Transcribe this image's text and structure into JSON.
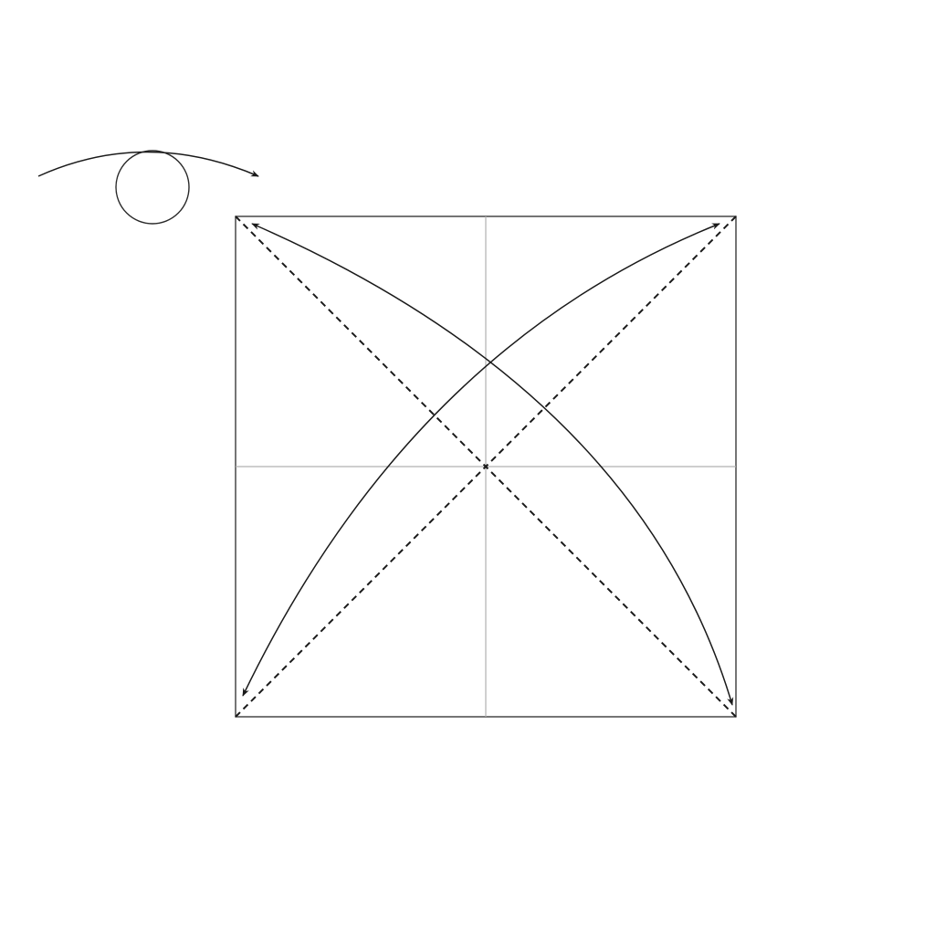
{
  "diagram": {
    "kind": "origami-step",
    "symbols": {
      "turn_over": "turn-over-icon",
      "valley_fold": "dashed-line",
      "fold_unfold_arrow": "double-headed-arc-arrow",
      "crease": "thin-grey-line"
    },
    "colors": {
      "paper_edge": "#3a3a3a",
      "crease": "#b0b0b0",
      "fold_line": "#1a1a1a",
      "background": "#ffffff"
    },
    "folds": [
      {
        "name": "valley-fold-diagonal-1",
        "type": "valley",
        "from": "top-left",
        "to": "bottom-right"
      },
      {
        "name": "valley-fold-diagonal-2",
        "type": "valley",
        "from": "bottom-left",
        "to": "top-right"
      }
    ],
    "existing_creases": [
      "vertical-center",
      "horizontal-center"
    ],
    "arrows": [
      {
        "name": "fold-unfold-arrow-1",
        "between": [
          "top-left",
          "bottom-right"
        ]
      },
      {
        "name": "fold-unfold-arrow-2",
        "between": [
          "bottom-left",
          "top-right"
        ]
      }
    ]
  }
}
